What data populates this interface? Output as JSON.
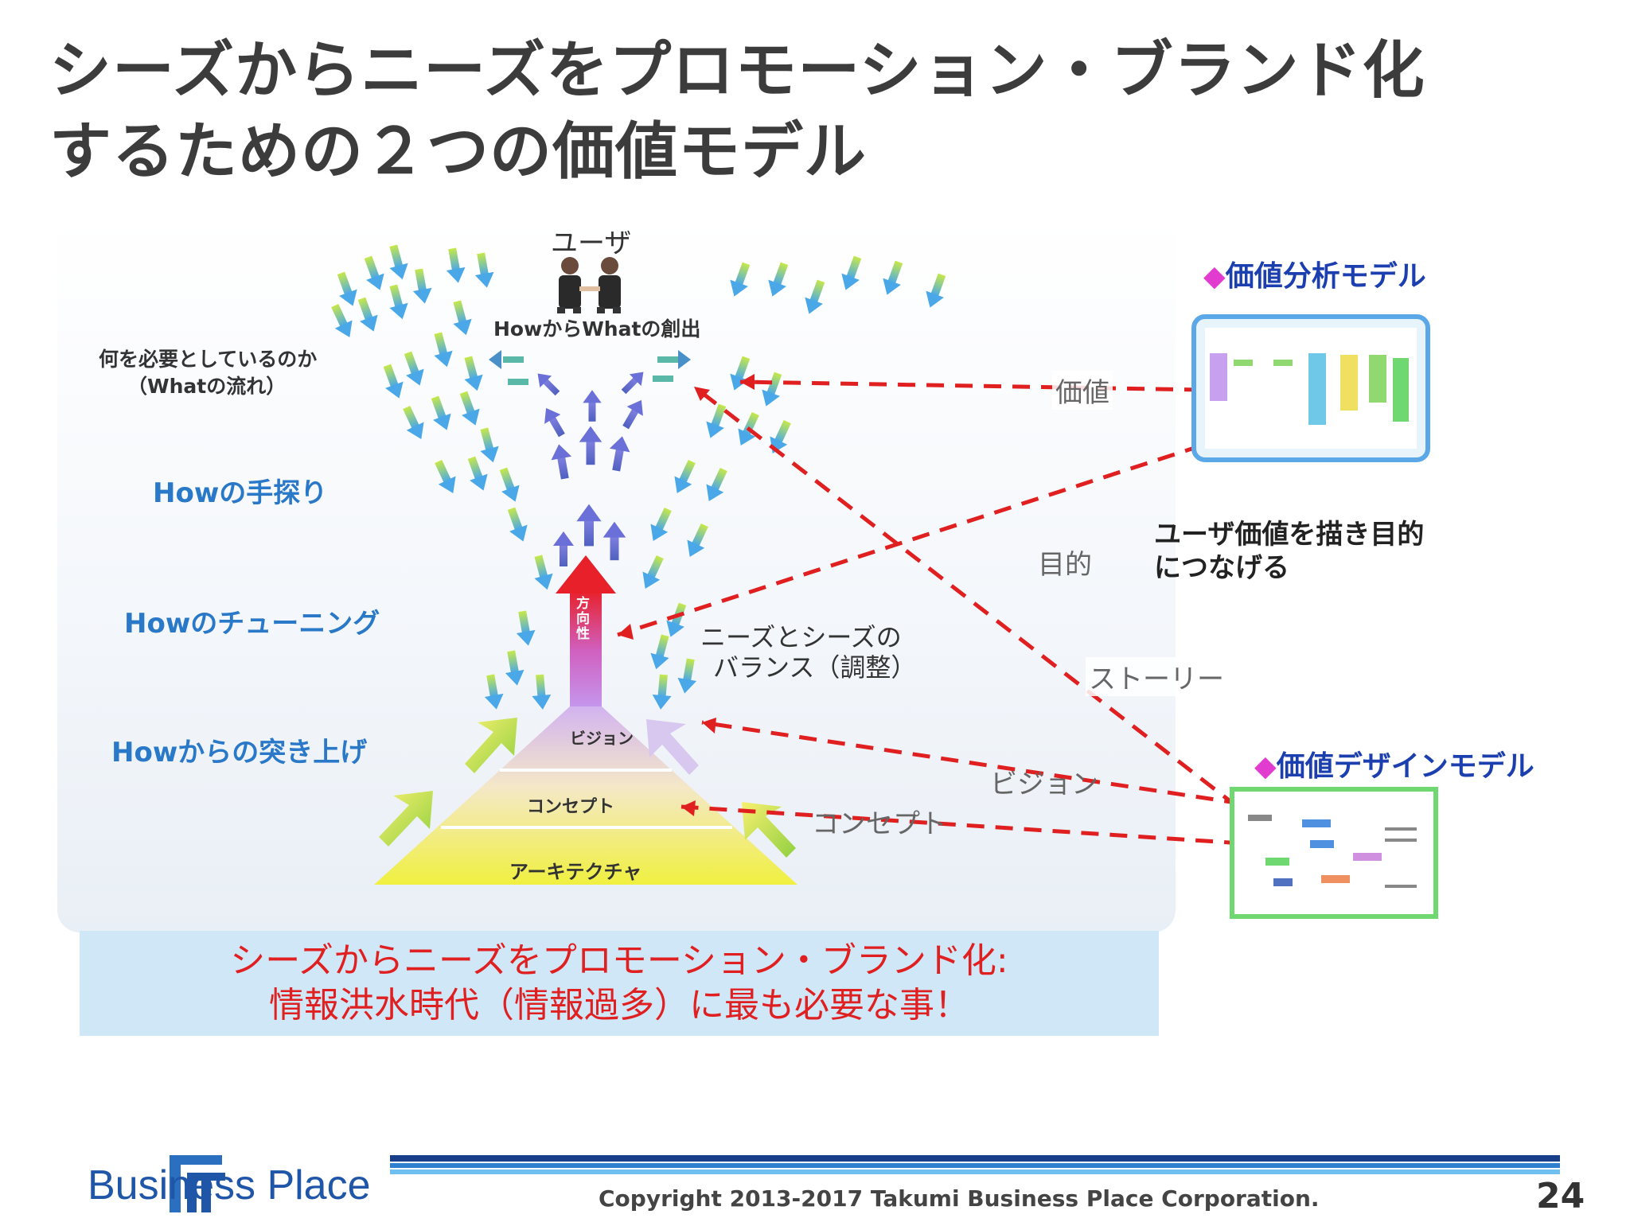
{
  "title": {
    "line1": "シーズからニーズをプロモーション・ブランド化",
    "line2": "するための２つの価値モデル"
  },
  "diagram": {
    "user_label": "ユーザ",
    "how_to_what": "HowからWhatの創出",
    "what_needed_line1": "何を必要としているのか",
    "what_needed_line2": "（Whatの流れ）",
    "how_search": "Howの手探り",
    "how_tuning": "Howのチューニング",
    "how_push": "Howからの突き上げ",
    "direction": "方向性",
    "balance_line1": "ニーズとシーズの",
    "balance_line2": "バランス（調整）",
    "vision": "ビジョン",
    "concept": "コンセプト",
    "architecture": "アーキテクチャ",
    "link_value": "価値",
    "link_purpose": "目的",
    "link_story": "ストーリー",
    "link_vision": "ビジョン",
    "link_concept": "コンセプト",
    "model_analysis_title": "価値分析モデル",
    "model_analysis_desc_line1": "ユーザ価値を描き目的",
    "model_analysis_desc_line2": "につなげる",
    "model_design_title": "価値デザインモデル",
    "diamond_symbol": "◆"
  },
  "banner": {
    "line1": "シーズからニーズをプロモーション・ブランド化:",
    "line2": "情報洪水時代（情報過多）に最も必要な事！"
  },
  "footer": {
    "logo_text": "Business Place",
    "copyright": "Copyright  2013-2017 Takumi Business Place Corporation.",
    "page_number": "24"
  },
  "colors": {
    "accent_red": "#e02020",
    "label_blue": "#2a78c8",
    "model_blue": "#1c3fb0",
    "banner_bg": "#cfe7f7"
  }
}
